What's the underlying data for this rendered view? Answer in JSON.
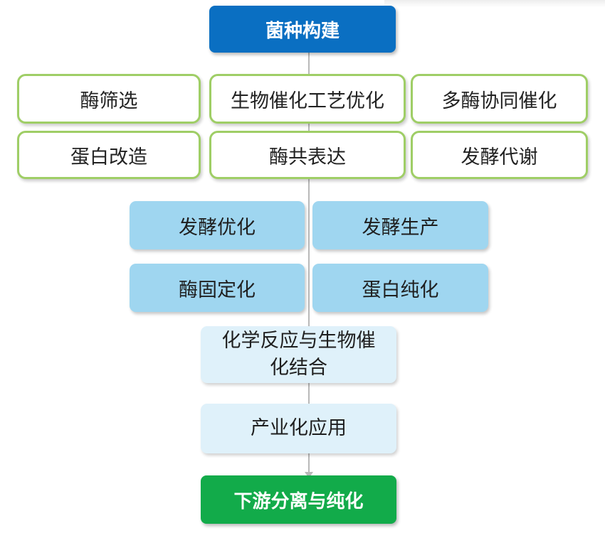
{
  "diagram": {
    "top": "菌种构建",
    "grid": [
      "酶筛选",
      "生物催化工艺优化",
      "多酶协同催化",
      "蛋白改造",
      "酶共表达",
      "发酵代谢"
    ],
    "blue": [
      "发酵优化",
      "发酵生产",
      "酶固定化",
      "蛋白纯化"
    ],
    "pale": [
      "化学反应与生物催化结合",
      "产业化应用"
    ],
    "bottom": "下游分离与纯化",
    "colors": {
      "top_fill": "#0a6fc2",
      "bottom_fill": "#12ab4a",
      "green_border": "#9fce66",
      "blue_fill": "#9fd6f0",
      "pale_fill": "#dff1fa",
      "connector": "#b9b9b9"
    }
  }
}
